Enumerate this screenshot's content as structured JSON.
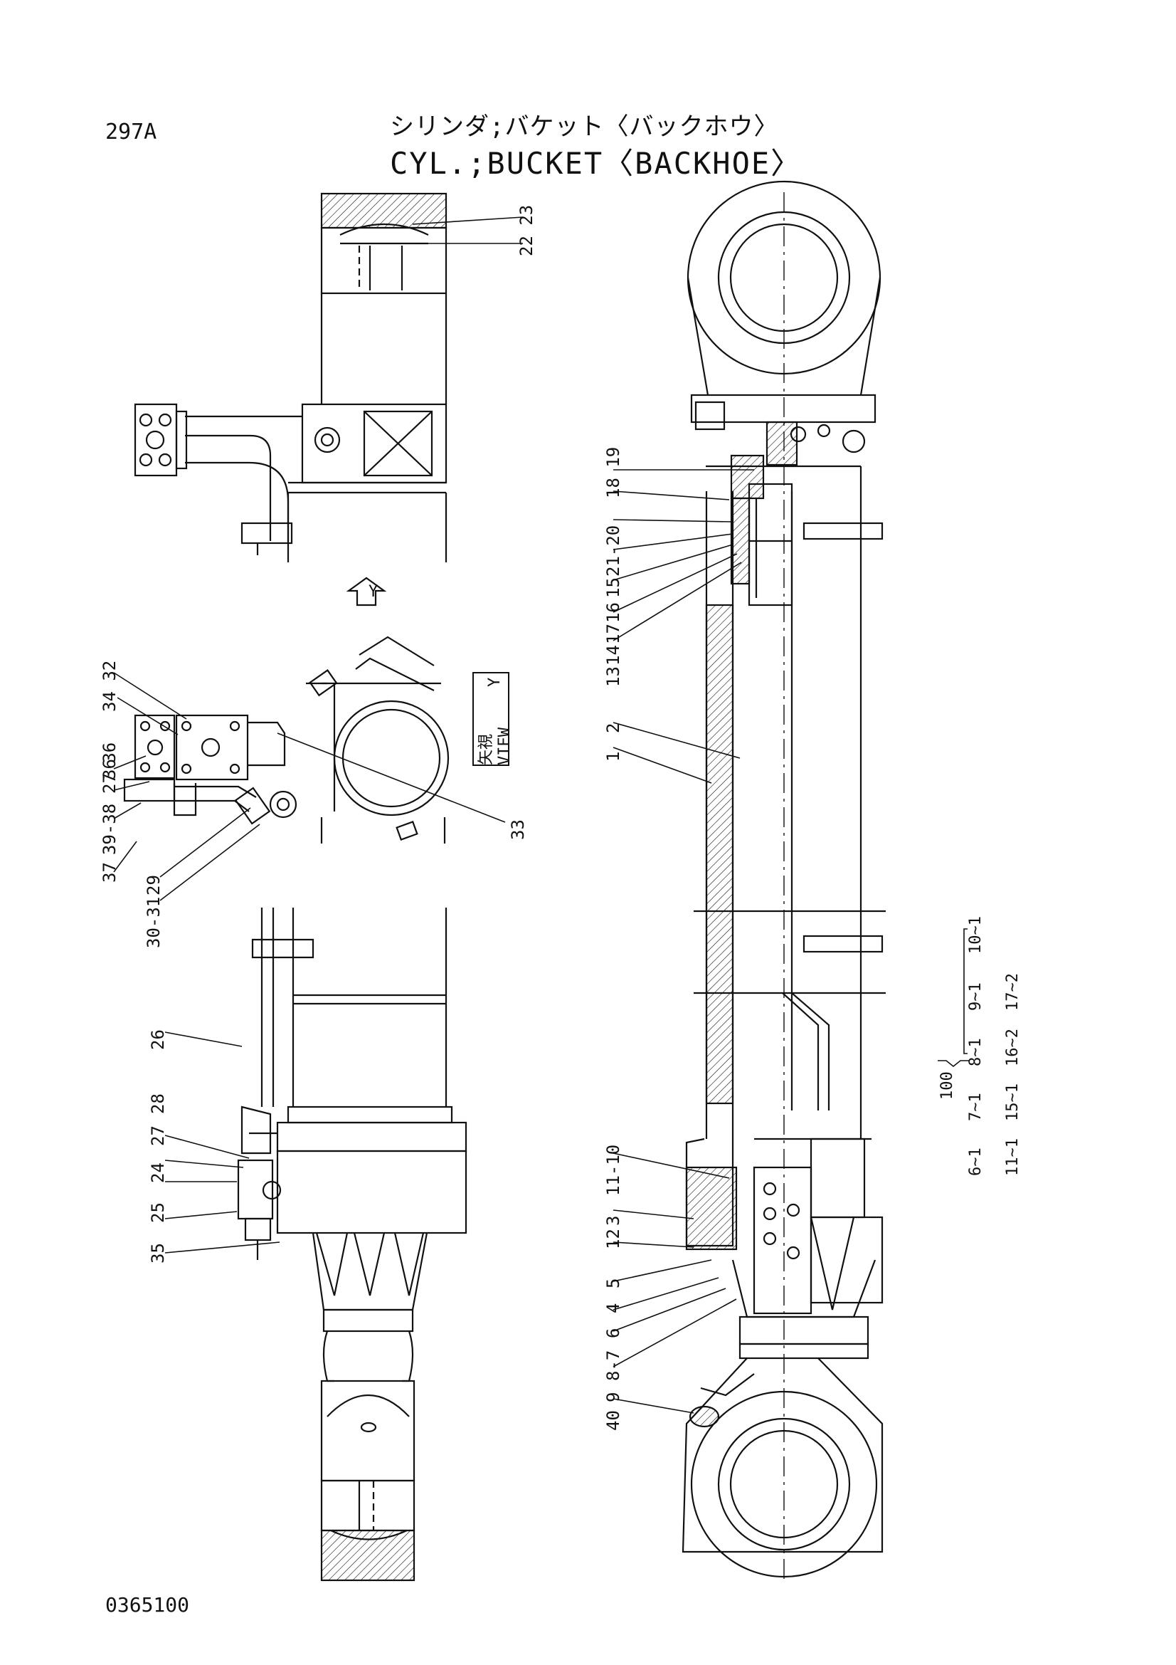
{
  "header": {
    "page_number": "297A",
    "title_jp": "シリンダ;バケット〈バックホウ〉",
    "title_en": "CYL.;BUCKET〈BACKHOE〉"
  },
  "footer": {
    "document_number": "0365100"
  },
  "view_labels": {
    "arrow_y": "Y",
    "view_jp": "矢視",
    "view_en": "VIEW",
    "view_y": "Y"
  },
  "callouts": {
    "c22_23": "22 23",
    "c34_32": "34 32",
    "c36": "36",
    "c27_36": "27 36",
    "c39_38": "39-38",
    "c37": "37",
    "c29": "29",
    "c30_31": "30-31",
    "c33": "33",
    "c26": "26",
    "c28": "28",
    "c27": "27",
    "c24": "24",
    "c25": "25",
    "c35": "35",
    "c18_19": "18 19",
    "c21_20": "21-20",
    "c15": "15",
    "c16": "16",
    "c17": "17",
    "c14": "14",
    "c13": "13",
    "c2": "2",
    "c1": "1",
    "c11_10": "11-10",
    "c3": "3",
    "c12": "12",
    "c5": "5",
    "c4": "4",
    "c6": "6",
    "c8_7": "8-7",
    "c9": "9",
    "c40": "40"
  },
  "kit_table": {
    "main": "100",
    "row1": [
      "6~1",
      "7~1",
      "8~1",
      "9~1",
      "10~1"
    ],
    "row2": [
      "11~1",
      "15~1",
      "16~2",
      "17~2"
    ]
  }
}
